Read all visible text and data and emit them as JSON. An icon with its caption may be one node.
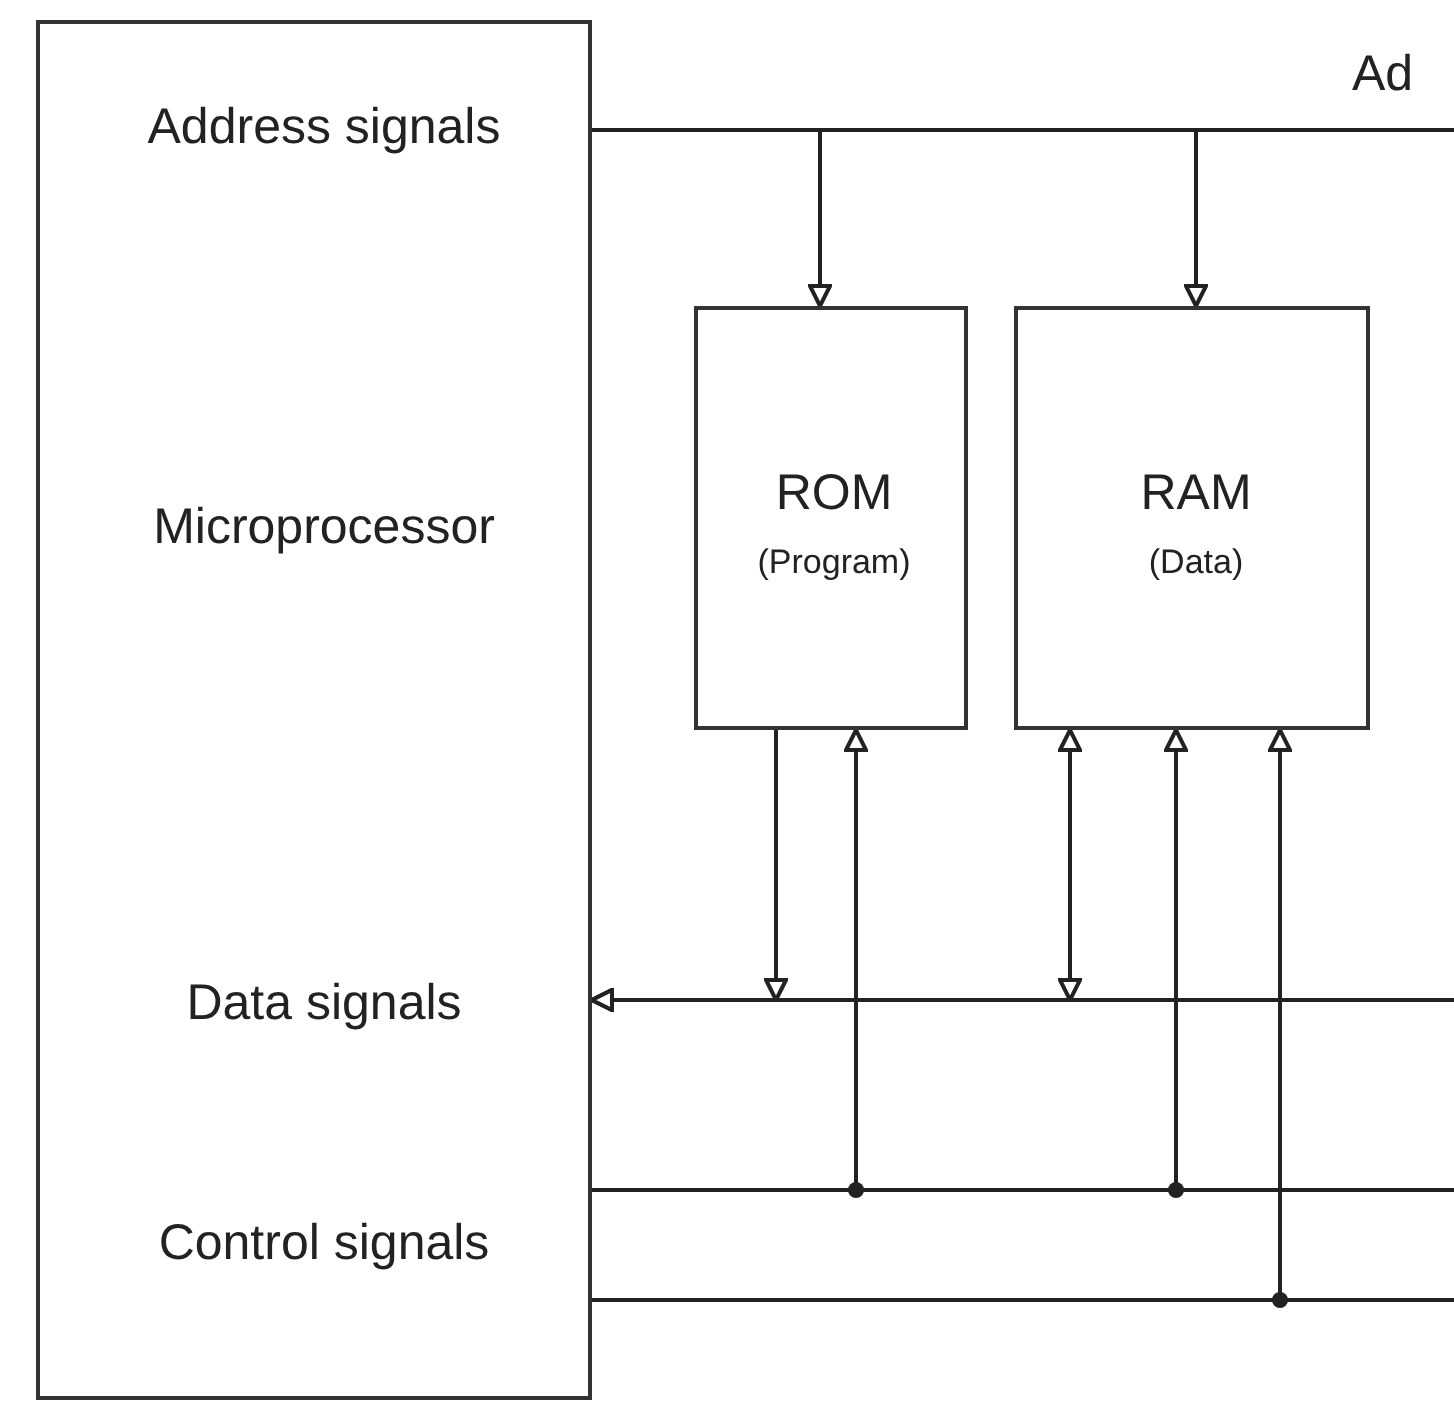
{
  "diagram": {
    "nodes": [
      {
        "text": [
          "Address signals",
          "Microprocessor",
          "Data signals",
          "Control signals"
        ]
      },
      {
        "text": [
          "ROM",
          "(Program)"
        ]
      },
      {
        "text": [
          "RAM",
          "(Data)"
        ]
      }
    ],
    "edges": [
      {
        "from": 0,
        "to": 1,
        "arrow": "to"
      },
      {
        "from": 0,
        "to": 2,
        "arrow": "to"
      },
      {
        "from": 0,
        "to": null,
        "arrow": "none"
      },
      {
        "from": 1,
        "to": 0,
        "arrow": "to"
      },
      {
        "from": 2,
        "to": 0,
        "arrow": "both"
      },
      {
        "from": null,
        "to": 0,
        "arrow": "to"
      },
      {
        "from": 0,
        "to": 1,
        "arrow": "to"
      },
      {
        "from": 0,
        "to": 2,
        "arrow": "to"
      },
      {
        "from": 0,
        "to": 2,
        "arrow": "to"
      },
      {
        "from": 0,
        "to": null,
        "arrow": "none"
      },
      {
        "from": 0,
        "to": null,
        "arrow": "none"
      }
    ],
    "labels": [
      "Ad"
    ]
  }
}
